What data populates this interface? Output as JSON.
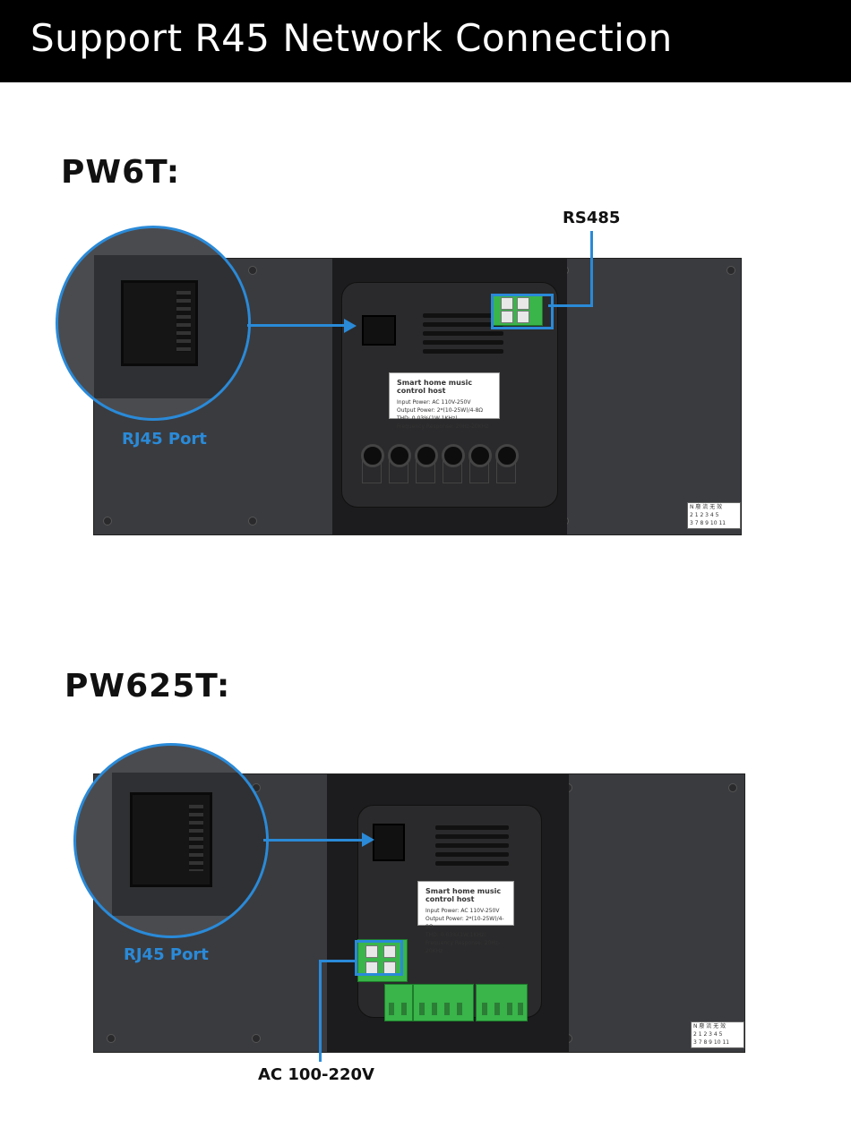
{
  "banner": {
    "title": "Support R45 Network Connection"
  },
  "pw6t": {
    "title": "PW6T:",
    "rs485_label": "RS485",
    "rj45_label": "RJ45 Port",
    "sticker": {
      "title": "Smart home music control host",
      "lines": [
        "Input Power: AC 110V-250V",
        "Output Power: 2*(10-25W)/4-8Ω",
        "THD: 0.03%(1W,1KHz)",
        "Frequency Response: 20Hz-20KHz"
      ]
    },
    "tag": {
      "rows": [
        "N 廢 流 无 效",
        "2 1 2 3 4 5",
        "3 7 8 9 10 11"
      ]
    }
  },
  "pw625t": {
    "title": "PW625T:",
    "rj45_label": "RJ45 Port",
    "ac_label": "AC 100-220V",
    "sticker": {
      "title": "Smart home music control host",
      "lines": [
        "Input Power: AC 110V-250V",
        "Output Power: 2*(10-25W)/4-8Ω",
        "THD: 0.03%(1W,1KHz)",
        "Frequency Response: 20Hz-20KHz"
      ]
    },
    "tag": {
      "rows": [
        "N 廢 流 无 效",
        "2 1 2 3 4 5",
        "3 7 8 9 10 11"
      ]
    }
  },
  "colors": {
    "accent": "#2a8ad8",
    "terminal_green": "#39b54a",
    "panel": "#3a3b3f"
  }
}
